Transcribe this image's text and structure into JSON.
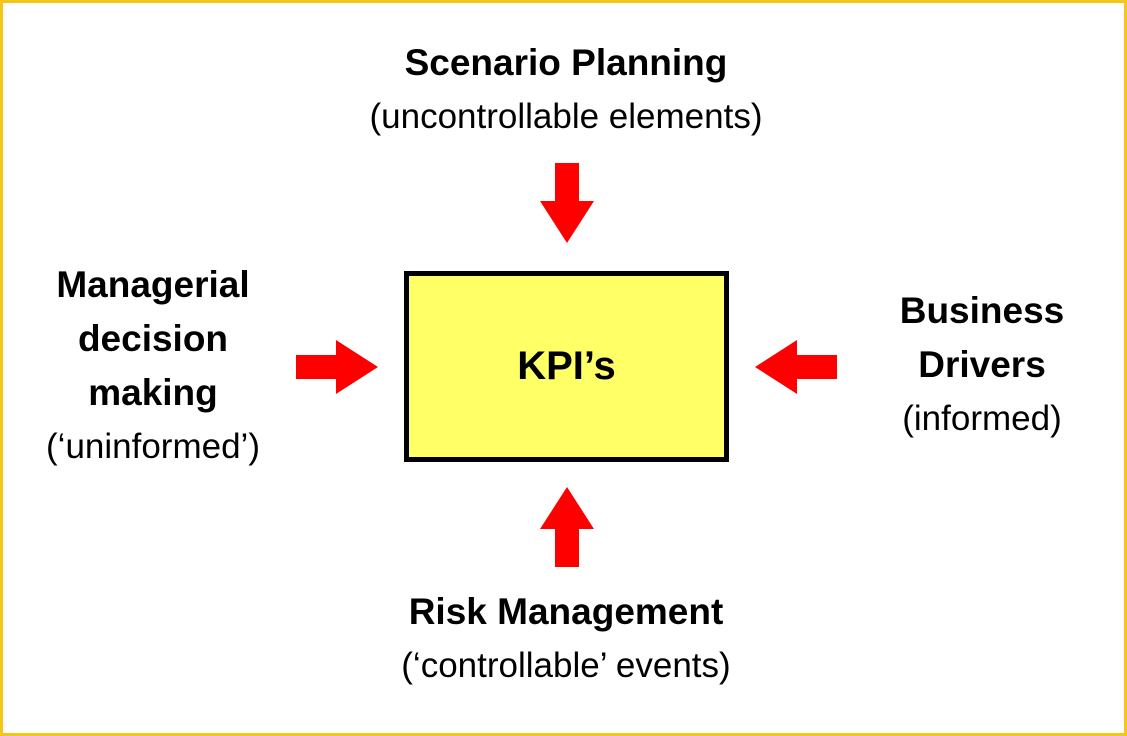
{
  "colors": {
    "frame_border": "#F5C518",
    "box_fill": "#FFFF66",
    "arrow": "#FF0000"
  },
  "center": {
    "label": "KPI’s"
  },
  "top": {
    "title": "Scenario Planning",
    "subtitle": "(uncontrollable elements)"
  },
  "left": {
    "title_lines": [
      "Managerial",
      "decision",
      "making"
    ],
    "subtitle": "(‘uninformed’)"
  },
  "right": {
    "title_lines": [
      "Business",
      "Drivers"
    ],
    "subtitle": "(informed)"
  },
  "bottom": {
    "title": "Risk Management",
    "subtitle": "(‘controllable’ events)"
  }
}
